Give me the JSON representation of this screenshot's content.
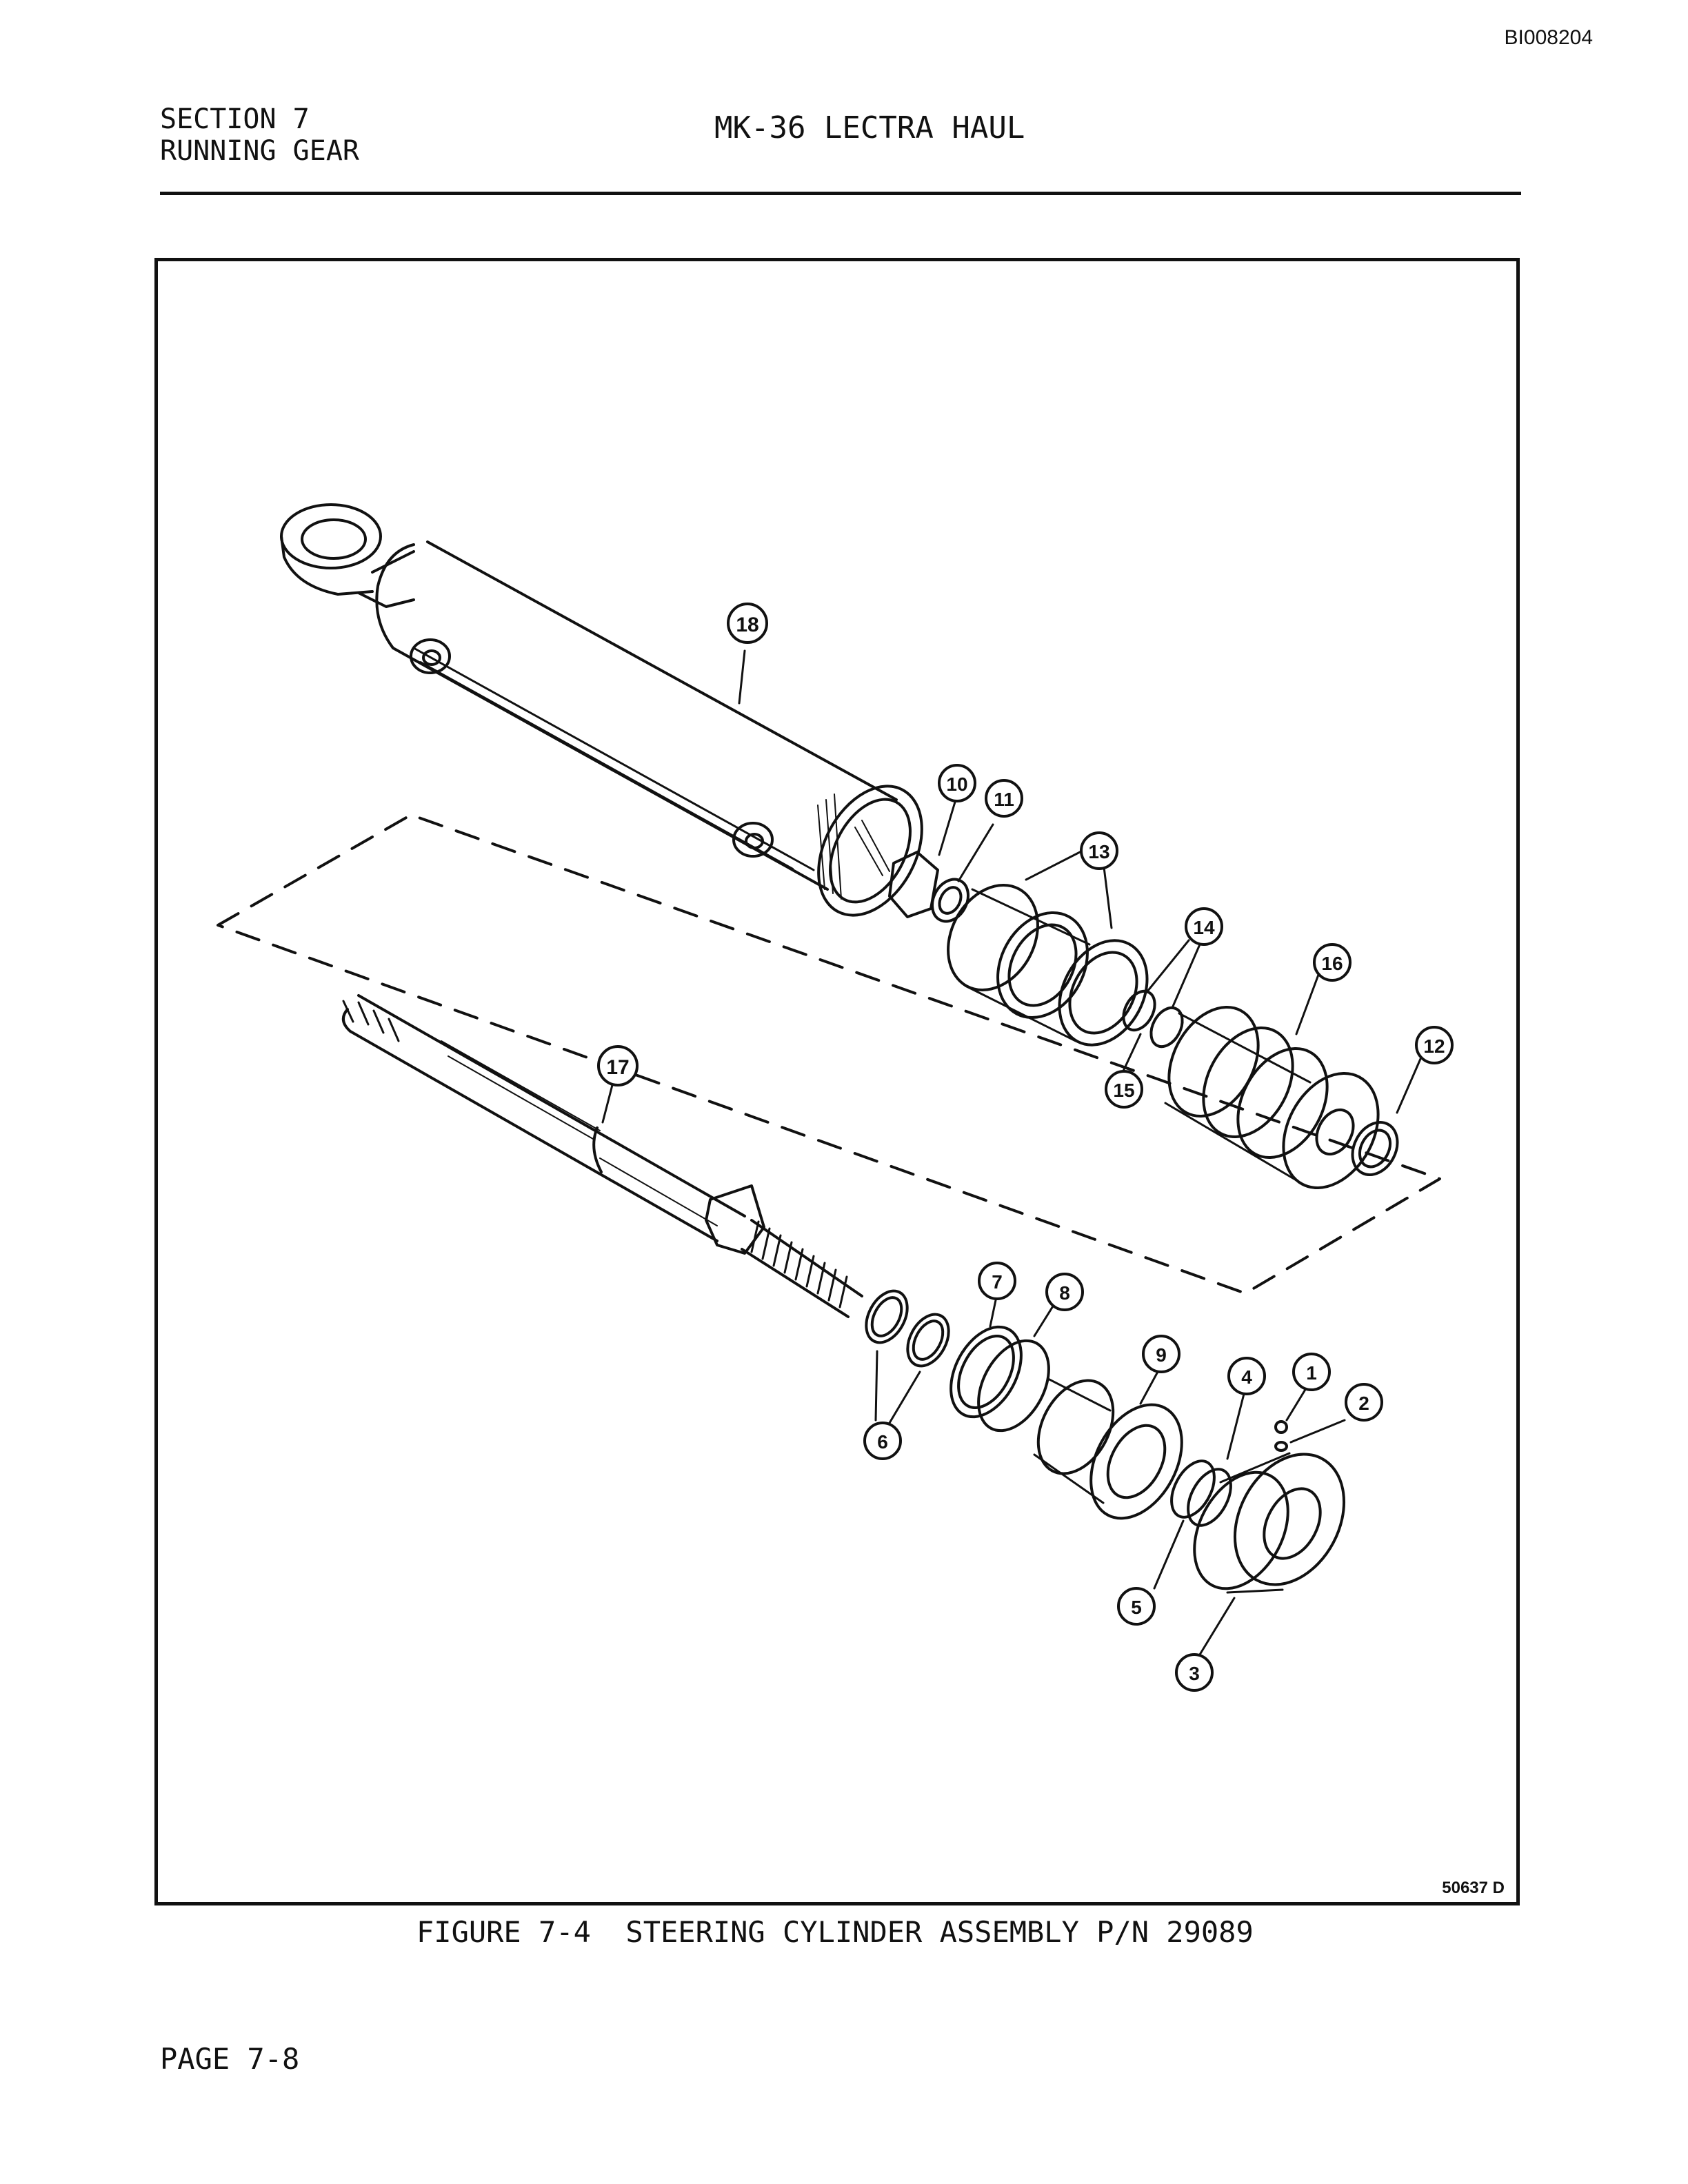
{
  "document_id": "BI008204",
  "header": {
    "section": "SECTION 7",
    "subsection": "RUNNING GEAR",
    "title": "MK-36 LECTRA HAUL"
  },
  "figure": {
    "caption": "FIGURE 7-4  STEERING CYLINDER ASSEMBLY P/N 29089",
    "drawing_number": "50637 D",
    "callouts": [
      "1",
      "2",
      "3",
      "4",
      "5",
      "6",
      "7",
      "8",
      "9",
      "10",
      "11",
      "12",
      "13",
      "14",
      "15",
      "16",
      "17",
      "18"
    ]
  },
  "footer": {
    "page": "PAGE 7-8"
  }
}
